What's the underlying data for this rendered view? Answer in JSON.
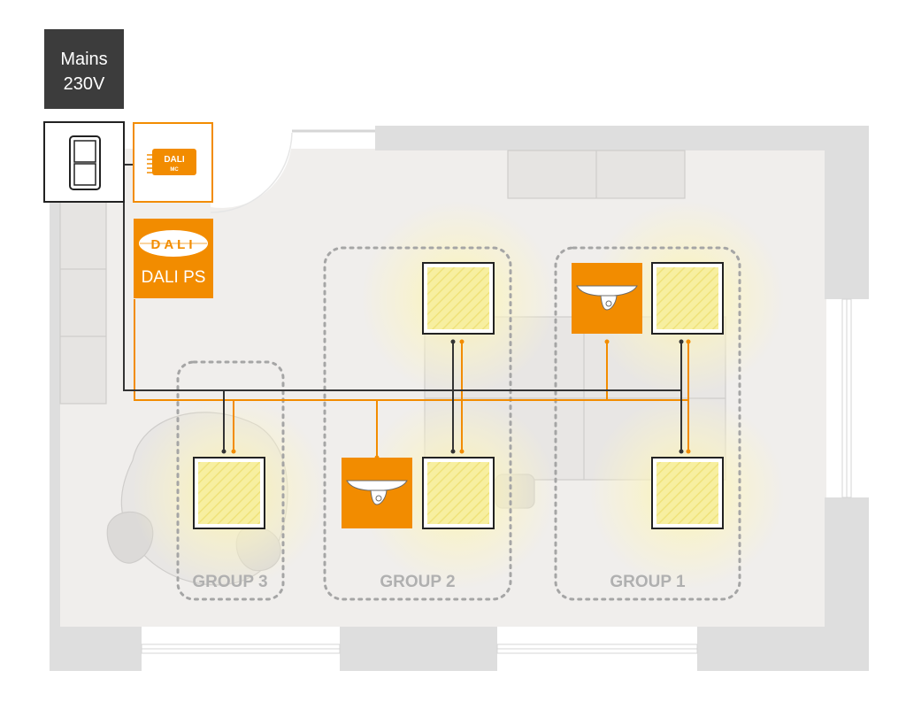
{
  "mains": {
    "label_line1": "Mains",
    "label_line2": "230V"
  },
  "controller": {
    "label_top": "DALI",
    "label_bottom": "MC"
  },
  "power_supply": {
    "logo_text": "DALI",
    "label": "DALI PS"
  },
  "groups": [
    {
      "label": "GROUP 3"
    },
    {
      "label": "GROUP 2"
    },
    {
      "label": "GROUP 1"
    }
  ],
  "colors": {
    "orange": "#f28c00",
    "dark_wire": "#333333",
    "wall": "#dedede",
    "floor": "#f0eeec",
    "group_outline": "#a5a5a5",
    "mains_box": "#3c3c3c",
    "light_fill": "#f6f0a8",
    "glow": "#fbf3b8"
  }
}
